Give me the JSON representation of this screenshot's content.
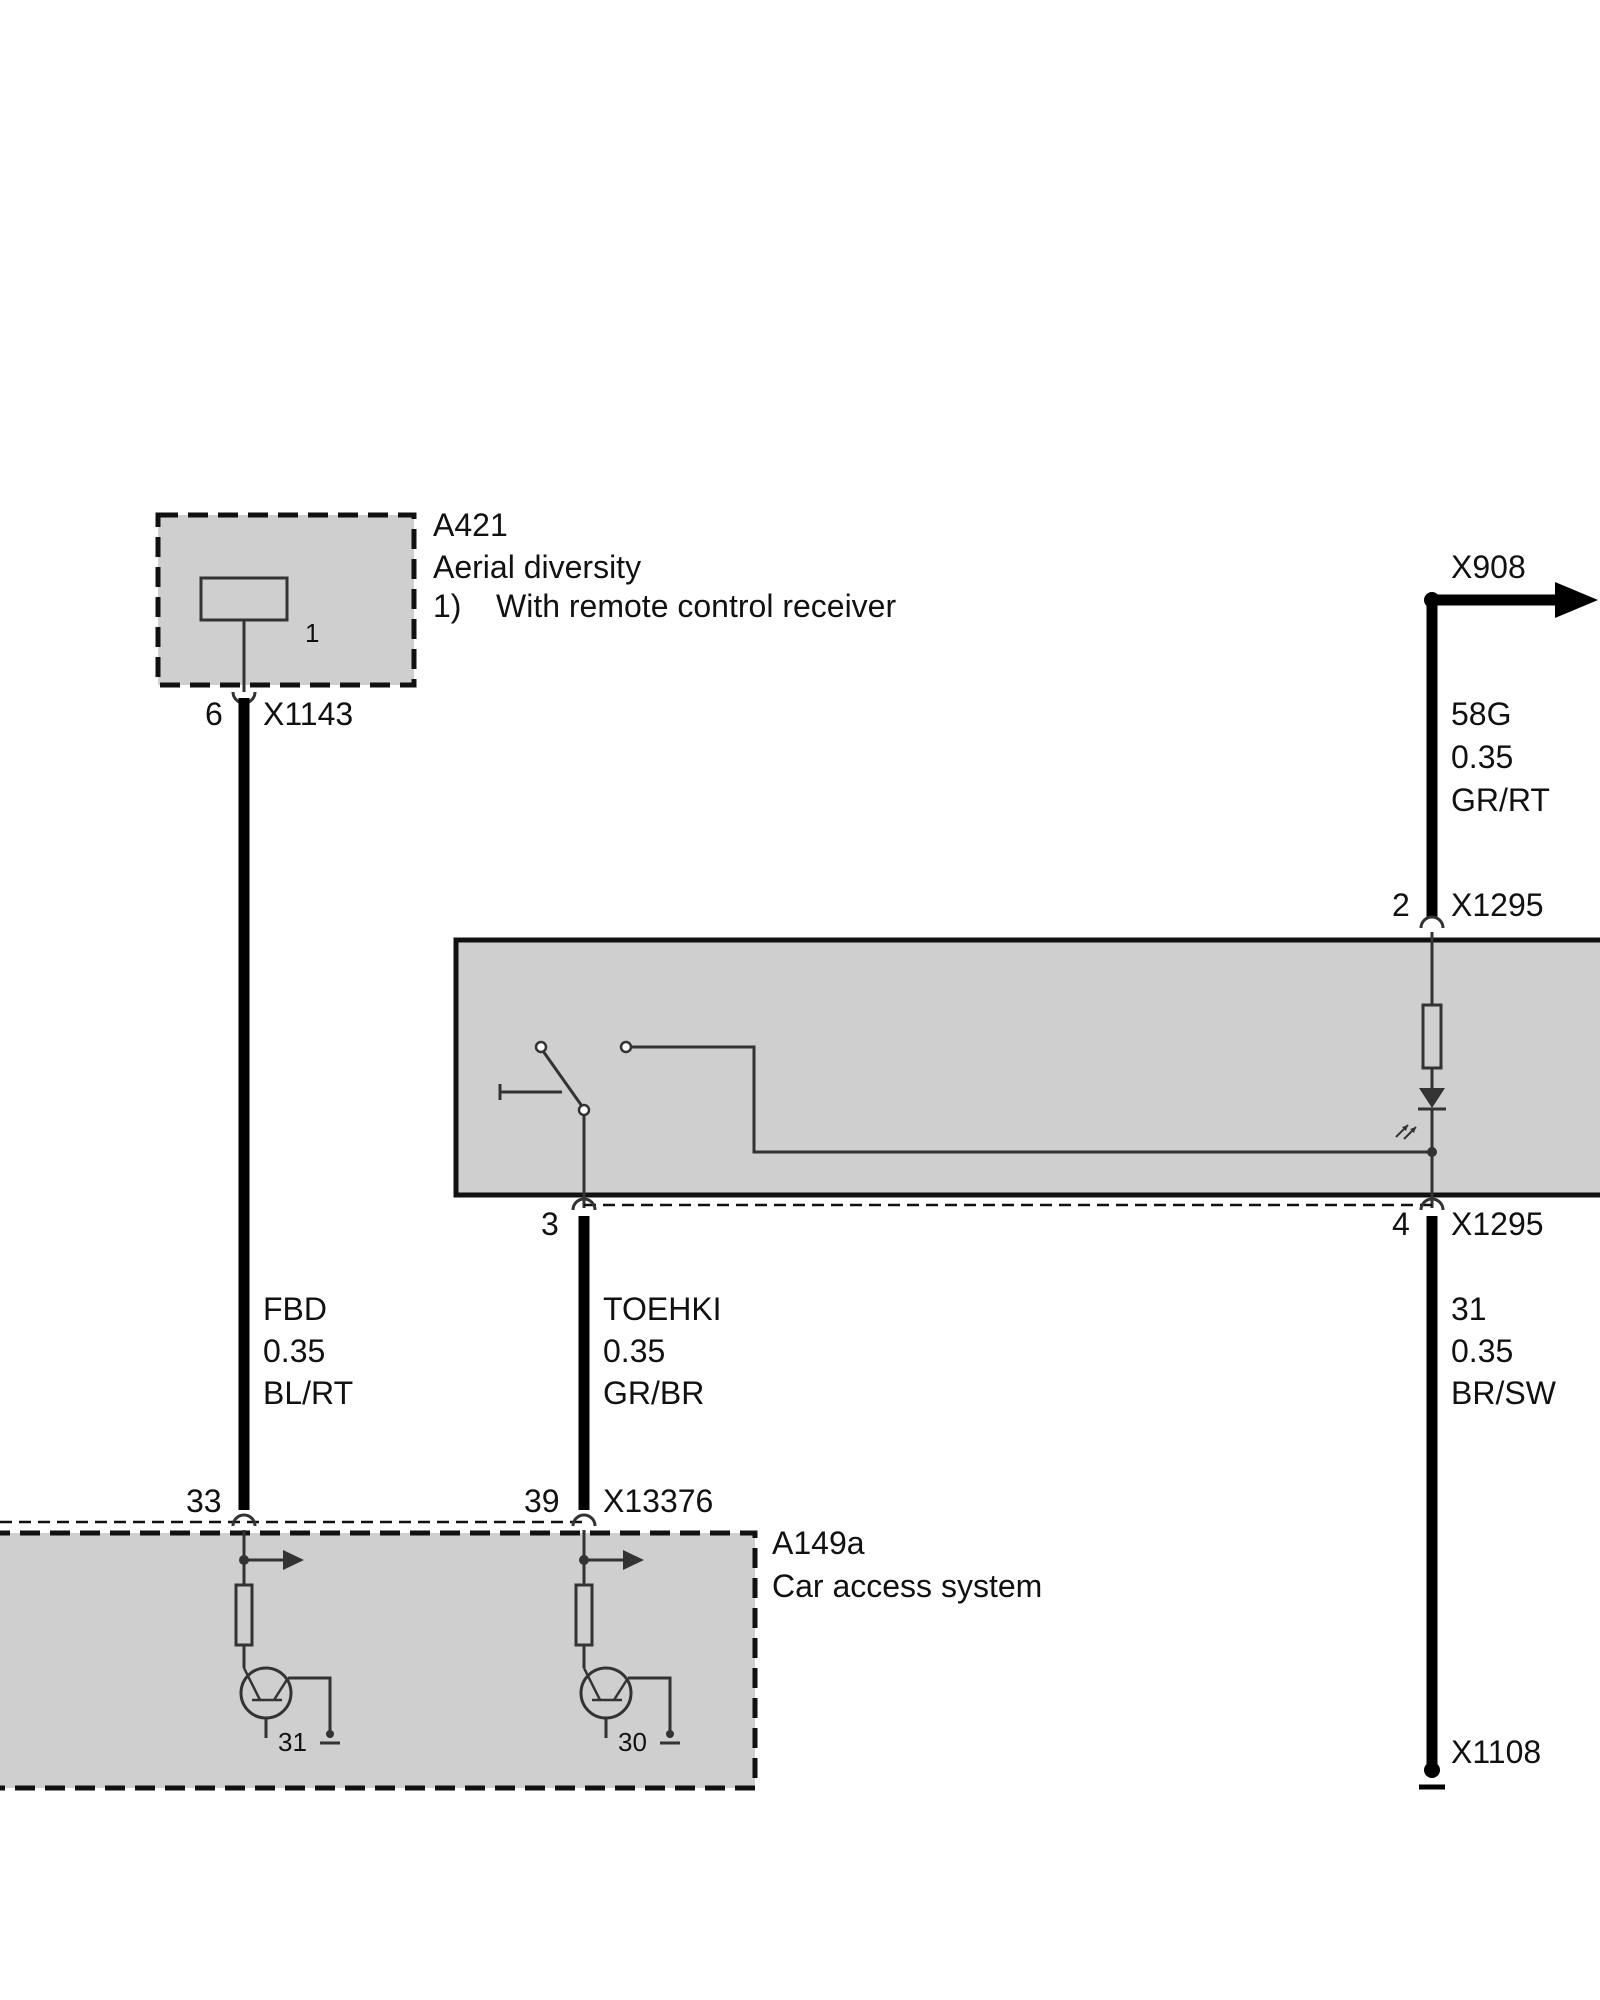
{
  "components": {
    "a421": {
      "id": "A421",
      "name": "Aerial diversity",
      "note_num": "1)",
      "note_text": "With remote control receiver",
      "pin": "1"
    },
    "a149a": {
      "id": "A149a",
      "name": "Car access system",
      "ground_left": "31",
      "ground_right": "30"
    }
  },
  "connectors": {
    "x1143": {
      "id": "X1143",
      "pin": "6"
    },
    "x908": {
      "id": "X908"
    },
    "x1295_top": {
      "id": "X1295",
      "pin": "2"
    },
    "x1295_bottom": {
      "id": "X1295",
      "pin_left": "3",
      "pin_right": "4"
    },
    "x13376": {
      "id": "X13376",
      "pin_left": "33",
      "pin_right": "39"
    },
    "x1108": {
      "id": "X1108"
    }
  },
  "wires": {
    "fbd": {
      "signal": "FBD",
      "size": "0.35",
      "color": "BL/RT"
    },
    "toehki": {
      "signal": "TOEHKI",
      "size": "0.35",
      "color": "GR/BR"
    },
    "w58g": {
      "signal": "58G",
      "size": "0.35",
      "color": "GR/RT"
    },
    "w31": {
      "signal": "31",
      "size": "0.35",
      "color": "BR/SW"
    }
  }
}
